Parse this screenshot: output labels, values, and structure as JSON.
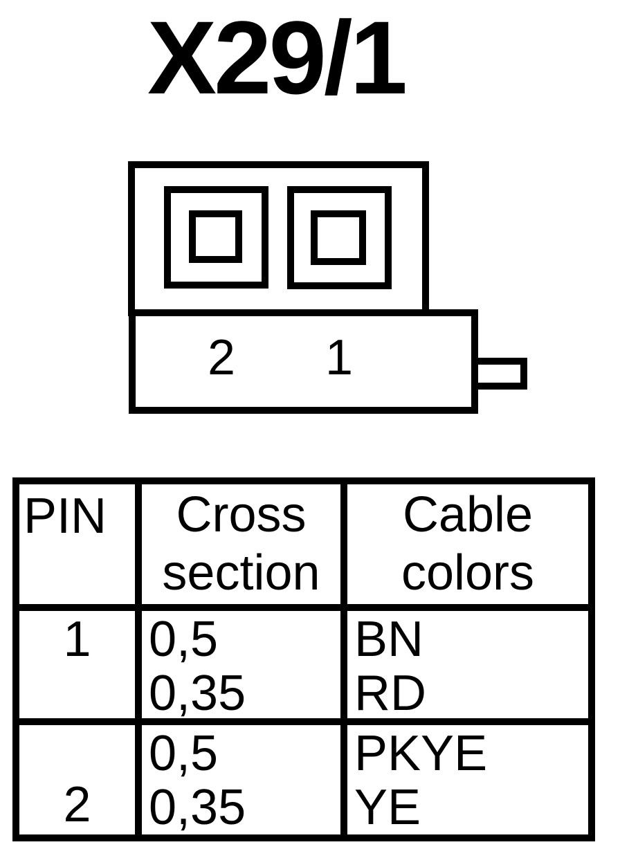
{
  "page": {
    "title": "X29/1",
    "background_color": "#ffffff",
    "line_color": "#000000"
  },
  "connector": {
    "label": "X29/1",
    "cavity_count": 2,
    "pin_labels": [
      "2",
      "1"
    ]
  },
  "table": {
    "header": {
      "pin": "PIN",
      "cross_section_line1": "Cross",
      "cross_section_line2": "section",
      "cable_colors_line1": "Cable",
      "cable_colors_line2": "colors"
    },
    "rows": [
      {
        "pin": "1",
        "cross_section": [
          "0,5",
          "0,35"
        ],
        "cable_colors": [
          "BN",
          "RD"
        ]
      },
      {
        "pin": "2",
        "cross_section": [
          "0,5",
          "0,35"
        ],
        "cable_colors": [
          "PKYE",
          "YE"
        ]
      }
    ]
  }
}
